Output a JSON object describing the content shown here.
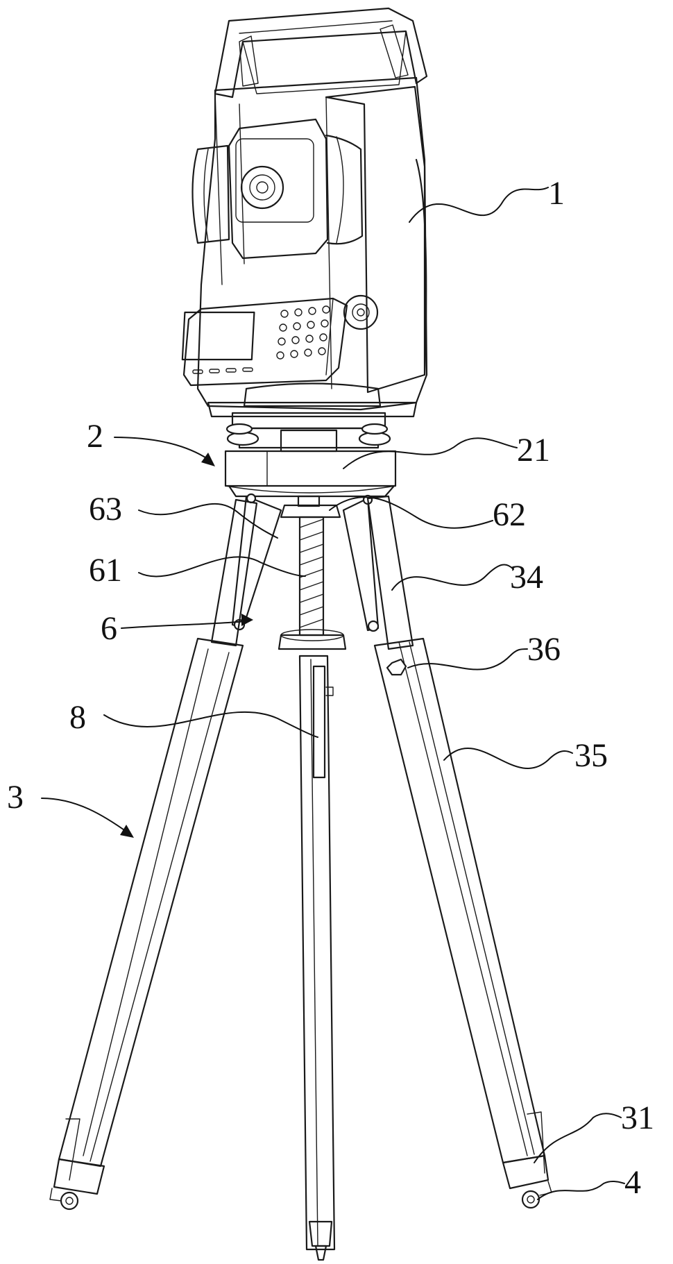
{
  "callouts": [
    {
      "id": "1",
      "text": "1"
    },
    {
      "id": "2",
      "text": "2"
    },
    {
      "id": "21",
      "text": "21"
    },
    {
      "id": "63",
      "text": "63"
    },
    {
      "id": "62",
      "text": "62"
    },
    {
      "id": "61",
      "text": "61"
    },
    {
      "id": "34",
      "text": "34"
    },
    {
      "id": "6",
      "text": "6"
    },
    {
      "id": "36",
      "text": "36"
    },
    {
      "id": "8",
      "text": "8"
    },
    {
      "id": "35",
      "text": "35"
    },
    {
      "id": "3",
      "text": "3"
    },
    {
      "id": "31",
      "text": "31"
    },
    {
      "id": "4",
      "text": "4"
    }
  ],
  "colors": {
    "line": "#1a1a1a",
    "background": "#ffffff"
  }
}
